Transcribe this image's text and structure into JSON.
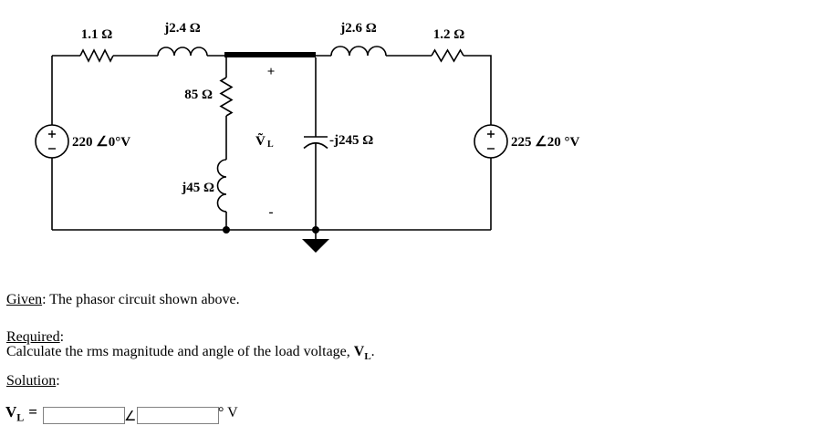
{
  "circuit": {
    "labels": {
      "r_top_left": "1.1 Ω",
      "l_top_left": "j2.4 Ω",
      "l_top_right": "j2.6 Ω",
      "r_top_right": "1.2 Ω",
      "r_mid": "85 Ω",
      "l_mid": "j45 Ω",
      "cap": "-j245 Ω",
      "source_left": "220 ∠0°V",
      "source_right": "225 ∠20 °V",
      "vload_main": "Ṽ",
      "vload_sub": "L",
      "plus": "+",
      "minus": "-"
    },
    "colors": {
      "ink": "#000000",
      "background": "#ffffff",
      "input_border": "#828282"
    }
  },
  "given": {
    "label": "Given",
    "rest": ": The phasor circuit shown above."
  },
  "required": {
    "label": "Required",
    "colon": ":",
    "body": "Calculate the rms magnitude and angle of the load voltage, ",
    "var": "V",
    "var_sub": "L",
    "period": "."
  },
  "solution": {
    "label": "Solution",
    "colon": ":"
  },
  "answer": {
    "var": "V",
    "var_sub": "L",
    "equals": "=",
    "magnitude_value": "",
    "angle_symbol": "∠",
    "angle_value": "",
    "unit": "° V"
  }
}
